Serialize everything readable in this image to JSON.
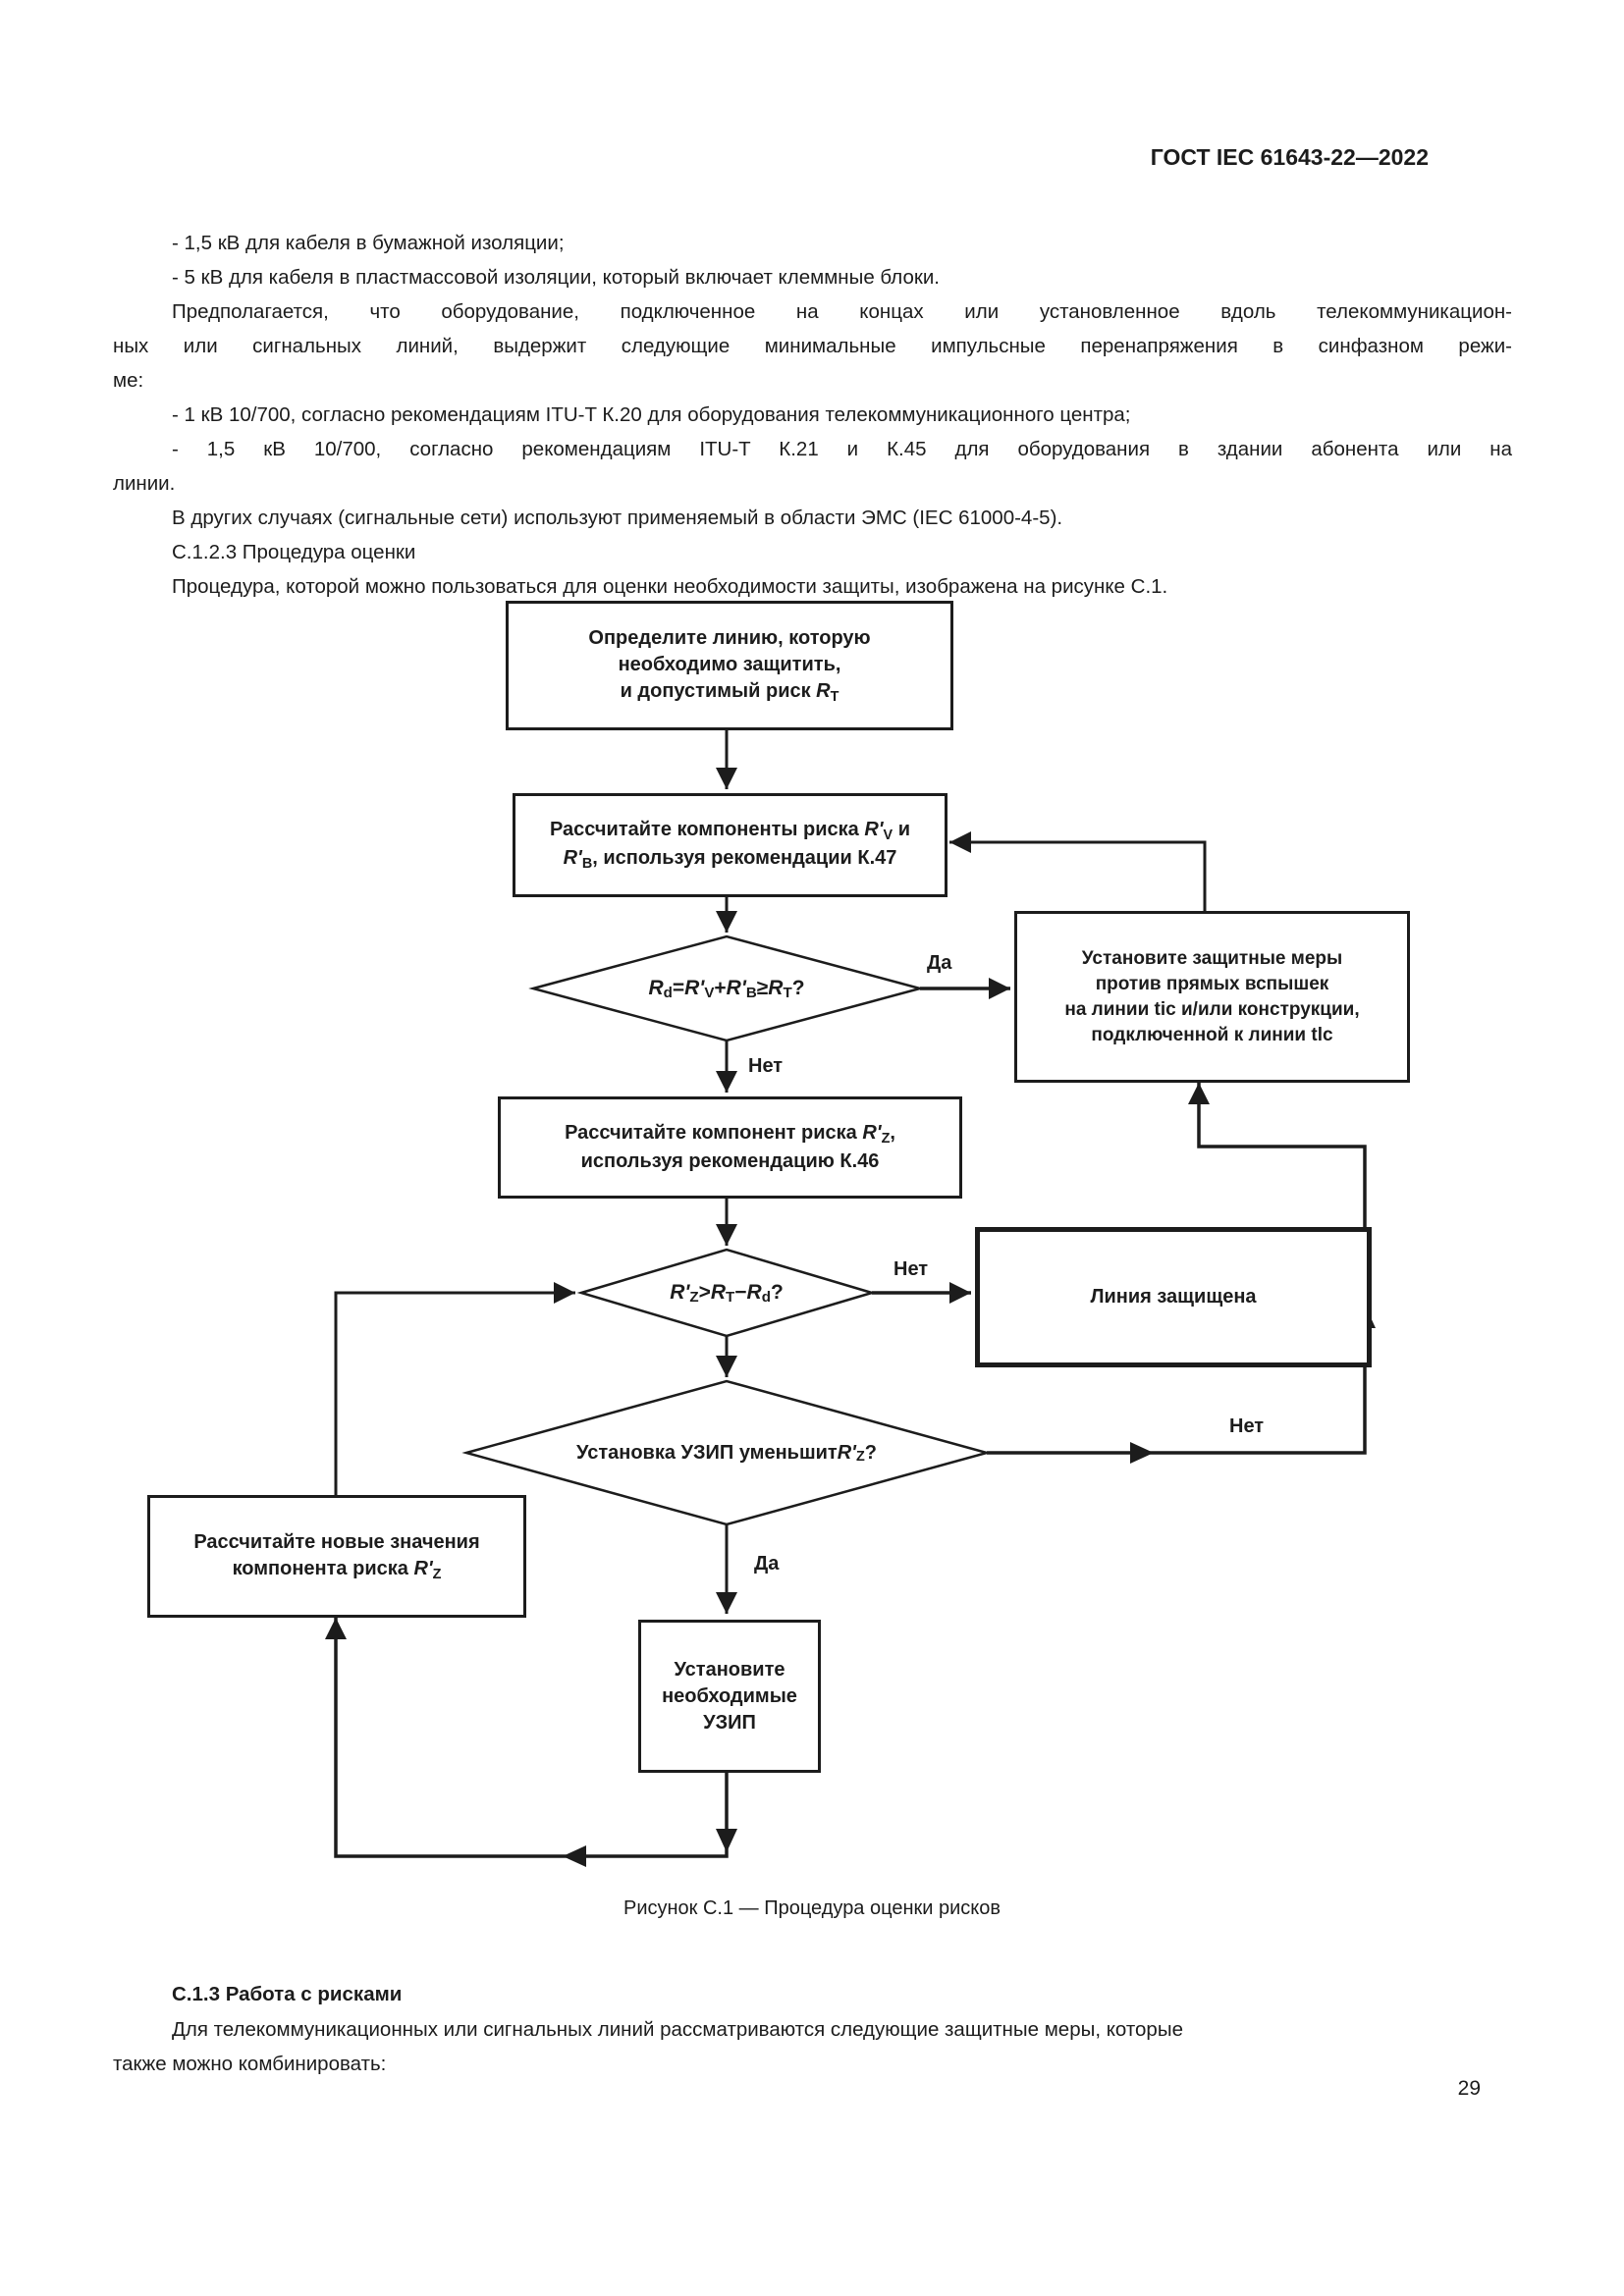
{
  "page": {
    "header": "ГОСТ IEC 61643-22—2022",
    "page_number": "29"
  },
  "body": {
    "lines": [
      {
        "text": "- 1,5 кВ для кабеля в бумажной изоляции;"
      },
      {
        "text": "- 5 кВ для кабеля в пластмассовой изоляции, который включает клеммные блоки."
      },
      {
        "text": "Предполагается, что оборудование, подключенное на концах или установленное вдоль телекоммуникацион-"
      },
      {
        "text": "ных или сигнальных линий, выдержит следующие минимальные импульсные перенапряжения в синфазном режи-"
      },
      {
        "text": "ме:"
      },
      {
        "text": "- 1 кВ 10/700, согласно рекомендациям ITU-T К.20 для оборудования телекоммуникационного центра;"
      },
      {
        "text": "- 1,5 кВ 10/700, согласно рекомендациям ITU-T К.21 и К.45 для оборудования в здании абонента или на"
      },
      {
        "text": "линии."
      },
      {
        "text": "В других случаях (сигнальные сети) используют применяемый в области ЭМС (IEC 61000-4-5)."
      },
      {
        "text": "C.1.2.3 Процедура оценки"
      },
      {
        "text": "Процедура, которой можно пользоваться для оценки необходимости защиты, изображена на рисунке C.1."
      }
    ]
  },
  "flowchart": {
    "box_define": {
      "l1": [
        {
          "t": "Определите линию, которую"
        }
      ],
      "l2": [
        {
          "t": "необходимо защитить,"
        }
      ],
      "l3": [
        {
          "t": "и допустимый риск "
        },
        {
          "t": "R",
          "s": "i"
        },
        {
          "t": "T",
          "s": "sub"
        }
      ]
    },
    "box_calc_rv_rb": {
      "l1": [
        {
          "t": "Рассчитайте компоненты риска "
        },
        {
          "t": "R'",
          "s": "i"
        },
        {
          "t": "V",
          "s": "sub"
        },
        {
          "t": " и"
        }
      ],
      "l2": [
        {
          "t": "R'",
          "s": "i"
        },
        {
          "t": "B",
          "s": "sub"
        },
        {
          "t": ", используя рекомендации К.47"
        }
      ]
    },
    "dec_rd": {
      "l1": [
        {
          "t": "R",
          "s": "i"
        },
        {
          "t": "d",
          "s": "sub"
        },
        {
          "t": "="
        },
        {
          "t": "R'",
          "s": "i"
        },
        {
          "t": "V",
          "s": "sub"
        },
        {
          "t": "+"
        },
        {
          "t": "R'",
          "s": "i"
        },
        {
          "t": "B",
          "s": "sub"
        },
        {
          "t": "≥"
        },
        {
          "t": "R",
          "s": "i"
        },
        {
          "t": "T",
          "s": "sub"
        },
        {
          "t": "?"
        }
      ]
    },
    "box_protect_direct": {
      "l1": [
        {
          "t": "Установите защитные меры"
        }
      ],
      "l2": [
        {
          "t": "против прямых вспышек"
        }
      ],
      "l3": [
        {
          "t": "на линии tic и/или конструкции,"
        }
      ],
      "l4": [
        {
          "t": "подключенной к линии tlc"
        }
      ]
    },
    "box_calc_rz": {
      "l1": [
        {
          "t": "Рассчитайте компонент риска "
        },
        {
          "t": "R'",
          "s": "i"
        },
        {
          "t": "Z",
          "s": "sub"
        },
        {
          "t": ","
        }
      ],
      "l2": [
        {
          "t": "используя рекомендацию К.46"
        }
      ]
    },
    "dec_rz": {
      "l1": [
        {
          "t": "R'",
          "s": "i"
        },
        {
          "t": "Z",
          "s": "sub"
        },
        {
          "t": ">"
        },
        {
          "t": "R",
          "s": "i"
        },
        {
          "t": "T",
          "s": "sub"
        },
        {
          "t": "−"
        },
        {
          "t": "R",
          "s": "i"
        },
        {
          "t": "d",
          "s": "sub"
        },
        {
          "t": "?"
        }
      ]
    },
    "box_line_protected": {
      "l1": [
        {
          "t": "Линия защищена"
        }
      ]
    },
    "dec_spd": {
      "l1": [
        {
          "t": "Установка УЗИП уменьшит "
        },
        {
          "t": "R'",
          "s": "i"
        },
        {
          "t": "Z",
          "s": "sub"
        },
        {
          "t": "?"
        }
      ]
    },
    "box_new_values": {
      "l1": [
        {
          "t": "Рассчитайте новые значения"
        }
      ],
      "l2": [
        {
          "t": "компонента риска "
        },
        {
          "t": "R'",
          "s": "i"
        },
        {
          "t": "Z",
          "s": "sub"
        }
      ]
    },
    "box_install_spd": {
      "l1": [
        {
          "t": "Установите"
        }
      ],
      "l2": [
        {
          "t": "необходимые"
        }
      ],
      "l3": [
        {
          "t": "УЗИП"
        }
      ]
    },
    "labels": {
      "da1": "Да",
      "net1": "Нет",
      "net2": "Нет",
      "net3": "Нет",
      "da3": "Да"
    },
    "caption": "Рисунок C.1 — Процедура оценки рисков"
  },
  "section": {
    "heading": "C.1.3 Работа с рисками",
    "line1": "Для телекоммуникационных или сигнальных линий рассматриваются следующие защитные меры, которые",
    "line2": "также можно комбинировать:"
  }
}
